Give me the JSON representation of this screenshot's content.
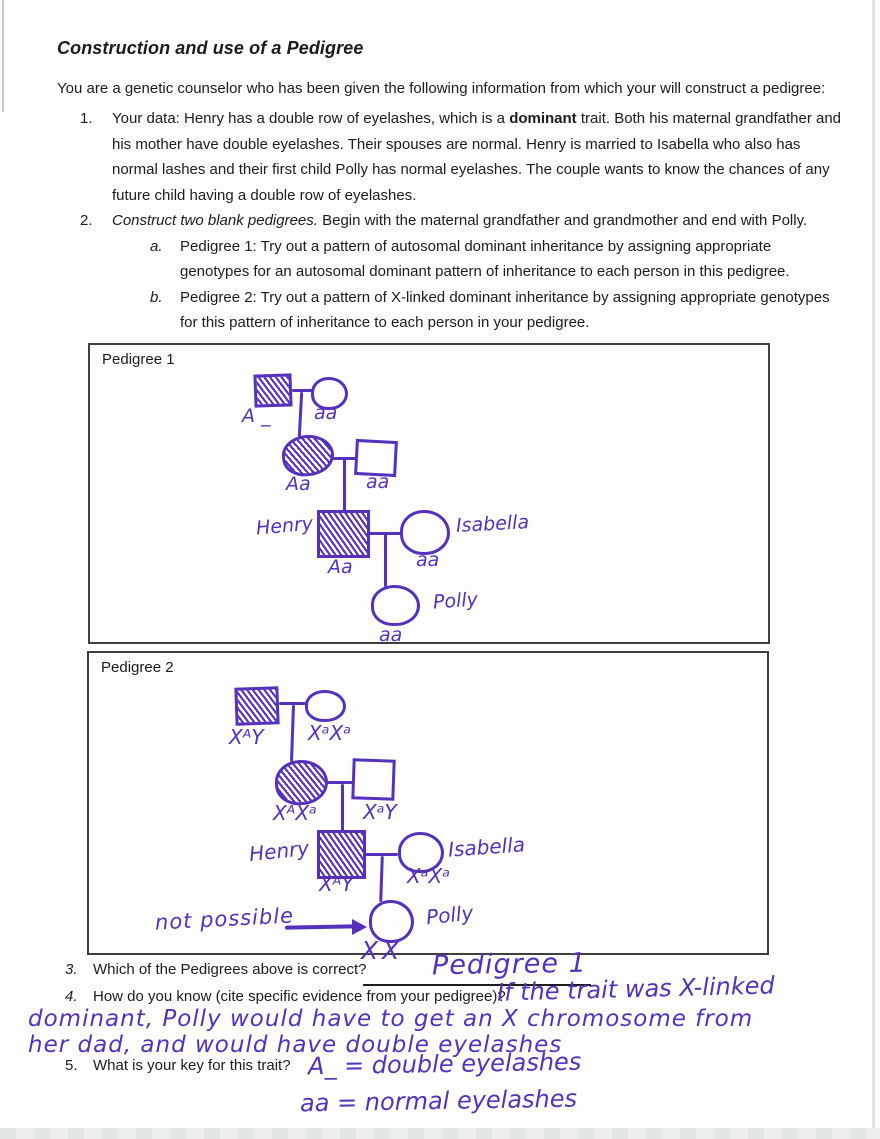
{
  "colors": {
    "ink": "#5531bd",
    "printed": "#1c1c1c"
  },
  "doc": {
    "title": "Construction and use of a Pedigree",
    "intro": "You are a genetic counselor who has been given the following information from which your will construct a pedigree:",
    "item1": {
      "num": "1.",
      "pre": "Your data:  Henry has a double row of eyelashes, which is a ",
      "bold": "dominant",
      "post": " trait.  Both his maternal grandfather and his mother have double eyelashes.  Their spouses are normal. Henry is married to Isabella who also has normal lashes and their first child Polly has normal eyelashes.  The couple wants to know the chances of any future child having a double row of eyelashes."
    },
    "item2": {
      "num": "2.",
      "italic": "Construct two blank pedigrees.",
      "rest": "  Begin with the maternal grandfather and grandmother and end with Polly."
    },
    "item2a": {
      "num": "a.",
      "text": "Pedigree 1:  Try out a pattern of autosomal dominant inheritance by assigning appropriate genotypes for an autosomal dominant pattern of inheritance to each person in this pedigree."
    },
    "item2b": {
      "num": "b.",
      "text": "Pedigree 2:  Try out a pattern of X-linked dominant inheritance by assigning appropriate genotypes for this pattern of inheritance to each person in your pedigree."
    }
  },
  "p1": {
    "label": "Pedigree 1",
    "grandfather_gt": "A _",
    "grandmother_gt": "aa",
    "mother_gt": "Aa",
    "father_gt": "aa",
    "henry": "Henry",
    "henry_gt": "Aa",
    "isabella": "Isabella",
    "isabella_gt": "aa",
    "polly": "Polly",
    "polly_gt": "aa"
  },
  "p2": {
    "label": "Pedigree 2",
    "grandfather_gt": "XᴬY",
    "grandmother_gt": "XᵃXᵃ",
    "mother_gt": "XᴬXᵃ",
    "father_gt": "XᵃY",
    "henry": "Henry",
    "henry_gt": "XᴬY",
    "isabella": "Isabella",
    "isabella_gt": "XᵃXᵃ",
    "polly": "Polly",
    "polly_gt": "XX",
    "note": "not possible"
  },
  "q": {
    "q3_num": "3.",
    "q3": "Which of the Pedigrees above is correct?",
    "q3_answer": "Pedigree 1",
    "q4_num": "4.",
    "q4": "How do you know (cite specific evidence from your pedigree)?",
    "q4_ans1": "If the trait was X-linked",
    "q4_ans2": "dominant, Polly would have to get an X chromosome from",
    "q4_ans3": "her dad, and would have double eyelashes",
    "q5_num": "5.",
    "q5": "What is your key for this trait?",
    "q5_key1": "A_ = double eyelashes",
    "q5_key2": "aa = normal eyelashes"
  }
}
